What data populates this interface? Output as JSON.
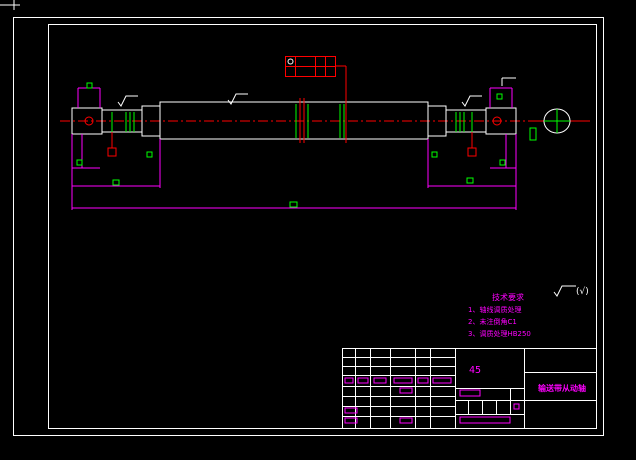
{
  "drawing": {
    "part_name": "输送带从动轴",
    "scale_number": "45",
    "surface_finish_note": "(√)"
  },
  "tech_requirements": {
    "title": "技术要求",
    "items": [
      "1、轴线调质处理",
      "2、未注倒角C1",
      "3、调质处理HB250"
    ]
  },
  "colors": {
    "border": "#ffffff",
    "outline": "#ffffff",
    "dimension": "#ff00ff",
    "center_line": "#ff0000",
    "hatch": "#00ff00",
    "marker": "#00ff00",
    "background": "#000000"
  }
}
